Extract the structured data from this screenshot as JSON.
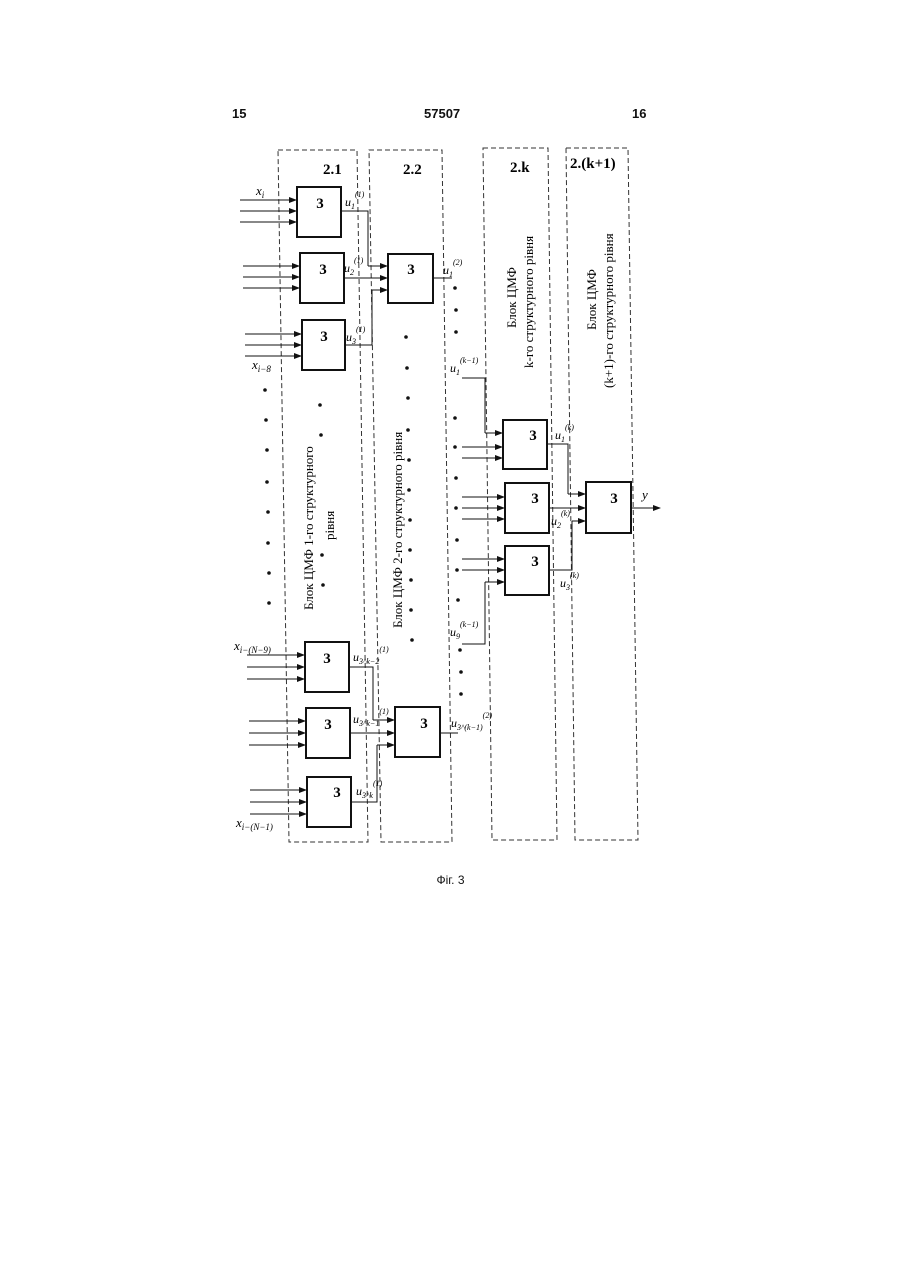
{
  "header": {
    "page_left": "15",
    "doc_number": "57507",
    "page_right": "16"
  },
  "columns": [
    {
      "id": "2.1",
      "caption_lines": [
        "Блок ЦМФ 1-го структурного",
        "рівня"
      ]
    },
    {
      "id": "2.2",
      "caption_lines": [
        "Блок ЦМФ 2-го структурного рівня"
      ]
    },
    {
      "id": "2.k",
      "caption_lines": [
        "Блок ЦМФ",
        "k-го структурного рівня"
      ]
    },
    {
      "id": "2.(k+1)",
      "caption_lines": [
        "Блок ЦМФ",
        "(k+1)-го структурного рівня"
      ]
    }
  ],
  "block_label": "3",
  "inputs": {
    "x_i": "x",
    "x_i_sub": "i",
    "x_i8": "x",
    "x_i8_sub": "i−8",
    "x_iN9": "x",
    "x_iN9_sub": "i−(N−9)",
    "x_iN1": "x",
    "x_iN1_sub": "i−(N−1)"
  },
  "signals": {
    "u_base": "u",
    "l1_1": {
      "sub": "1",
      "sup": "(1)"
    },
    "l1_2": {
      "sub": "2",
      "sup": "(1)"
    },
    "l1_3": {
      "sub": "3",
      "sup": "(1)"
    },
    "l1_n2": {
      "sub": "3^k−2",
      "sup": "(1)"
    },
    "l1_n1": {
      "sub": "3^k−1",
      "sup": "(1)"
    },
    "l1_n": {
      "sub": "3^k",
      "sup": "(1)"
    },
    "l2_1": {
      "sub": "1",
      "sup": "(2)"
    },
    "l2_n": {
      "sub": "3^(k−1)",
      "sup": "(2)"
    },
    "lk1_1": {
      "sub": "1",
      "sup": "(k−1)"
    },
    "lk1_9": {
      "sub": "9",
      "sup": "(k−1)"
    },
    "lk_1": {
      "sub": "1",
      "sup": "(k)"
    },
    "lk_2": {
      "sub": "2",
      "sup": "(k)"
    },
    "lk_3": {
      "sub": "3",
      "sup": "(k)"
    },
    "output": "y"
  },
  "figure_caption": "Фіг. 3"
}
